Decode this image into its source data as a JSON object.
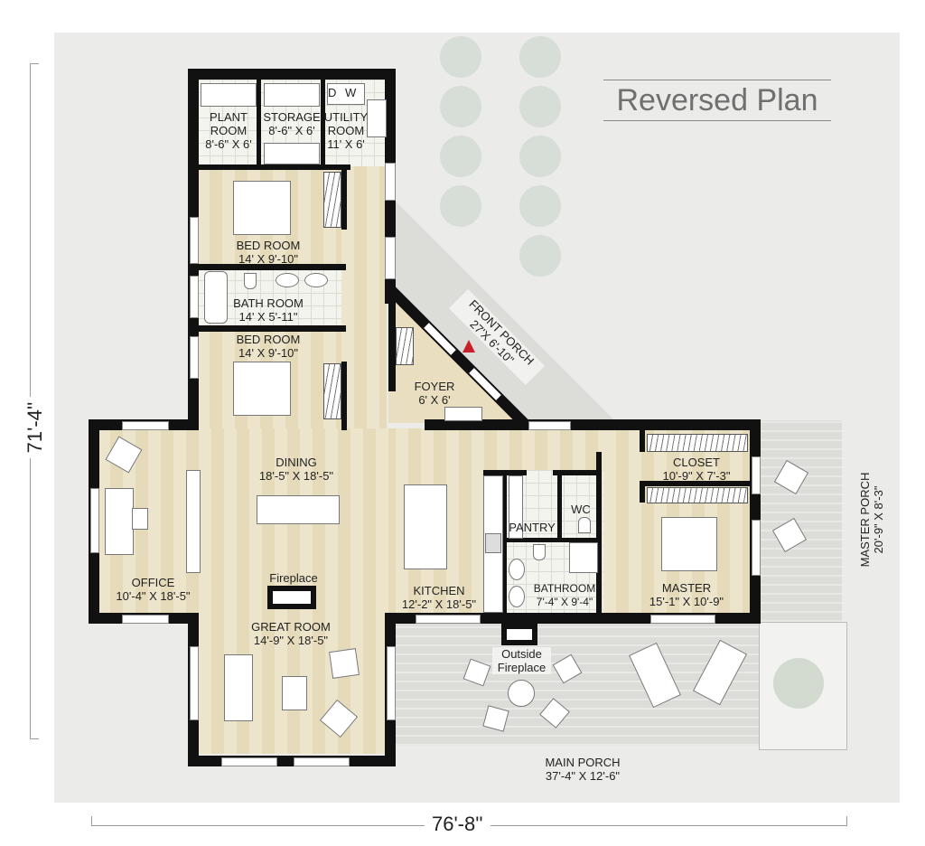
{
  "title": "Reversed Plan",
  "dimensions": {
    "overall_height": "71'-4''",
    "overall_width": "76'-8''"
  },
  "rooms": {
    "plant_room": {
      "name": "PLANT\nROOM",
      "line1": "PLANT",
      "line2": "ROOM",
      "size": "8'-6\" X 6'"
    },
    "storage": {
      "name": "STORAGE",
      "size": "8'-6\" X 6'"
    },
    "utility_room": {
      "line1": "UTILITY",
      "line2": "ROOM",
      "size": "11' X 6'",
      "appliances": "D W"
    },
    "bed_room_1": {
      "name": "BED ROOM",
      "size": "14' X 9'-10\""
    },
    "bath_room": {
      "name": "BATH ROOM",
      "size": "14' X 5'-11\""
    },
    "bed_room_2": {
      "name": "BED ROOM",
      "size": "14' X 9'-10\""
    },
    "front_porch": {
      "name": "FRONT PORCH",
      "size": "27'X 6'-10\""
    },
    "foyer": {
      "name": "FOYER",
      "size": "6' X 6'"
    },
    "dining": {
      "name": "DINING",
      "size": "18'-5\" X 18'-5\""
    },
    "office": {
      "name": "OFFICE",
      "size": "10'-4\" X 18'-5\""
    },
    "fireplace": {
      "name": "Fireplace"
    },
    "great_room": {
      "name": "GREAT ROOM",
      "size": "14'-9\" X 18'-5\""
    },
    "kitchen": {
      "name": "KITCHEN",
      "size": "12'-2\" X 18'-5\""
    },
    "pantry": {
      "name": "PANTRY"
    },
    "wc": {
      "name": "WC"
    },
    "bathroom": {
      "name": "BATHROOM",
      "size": "7'-4\" X 9'-4\""
    },
    "closet": {
      "name": "CLOSET",
      "size": "10'-9\" X 7'-3\""
    },
    "master": {
      "name": "MASTER",
      "size": "15'-1\" X 10'-9\""
    },
    "master_porch": {
      "name": "MASTER PORCH",
      "size": "20'-9\" X 8'-3\""
    },
    "outside_fireplace": {
      "line1": "Outside",
      "line2": "Fireplace"
    },
    "main_porch": {
      "name": "MAIN PORCH",
      "size": "37'-4\" X 12'-6\""
    }
  },
  "colors": {
    "wall": "#111111",
    "wood_floor": "#e9dfc0",
    "deck": "#dcdcd8",
    "site": "#ebebea",
    "title": "#707070",
    "entry_arrow": "#c8202a"
  }
}
